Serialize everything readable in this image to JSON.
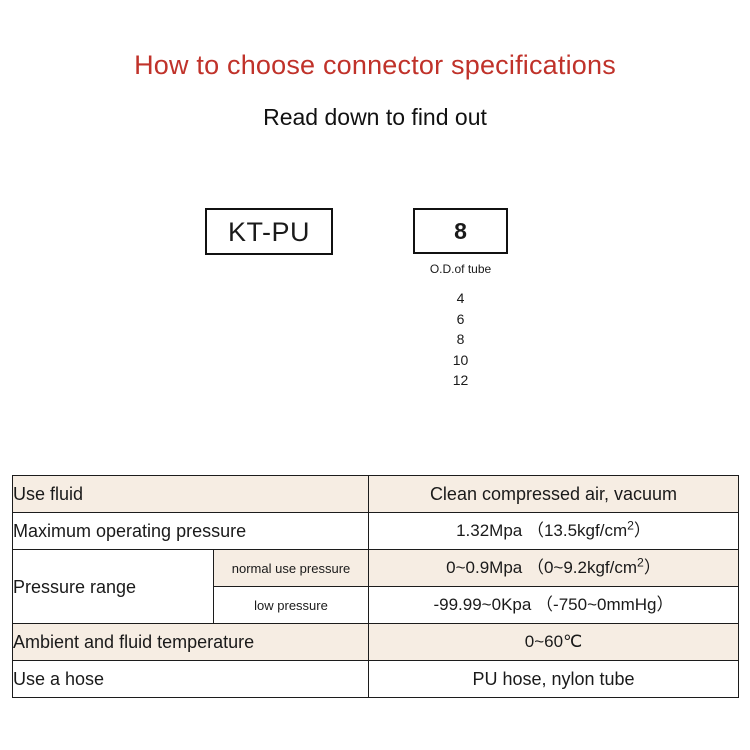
{
  "heading": {
    "title": "How to choose connector specifications",
    "subtitle": "Read down to find out",
    "title_color": "#c0322a"
  },
  "code_builder": {
    "series_box": {
      "value": "KT-PU"
    },
    "size_box": {
      "value": "8",
      "caption": "O.D.of tube",
      "options": [
        "4",
        "6",
        "8",
        "10",
        "12"
      ]
    }
  },
  "spec_table": {
    "tint_color": "#f6ede3",
    "rows": [
      {
        "label": "Use fluid",
        "value": "Clean compressed air, vacuum",
        "tinted": true
      },
      {
        "label": "Maximum operating pressure",
        "value_prefix": "1.32Mpa （13.5kgf/cm",
        "value_sup": "2",
        "value_suffix": "）",
        "tinted": false
      },
      {
        "label": "Pressure range",
        "sub_label": "normal use pressure",
        "value_prefix": "0~0.9Mpa （0~9.2kgf/cm",
        "value_sup": "2",
        "value_suffix": "）",
        "tinted": true
      },
      {
        "sub_label": "low pressure",
        "value": "-99.99~0Kpa （-750~0mmHg）",
        "tinted": false
      },
      {
        "label": "Ambient and fluid temperature",
        "value": "0~60℃",
        "tinted": true
      },
      {
        "label": "Use a hose",
        "value": "PU hose, nylon tube",
        "tinted": false
      }
    ]
  }
}
